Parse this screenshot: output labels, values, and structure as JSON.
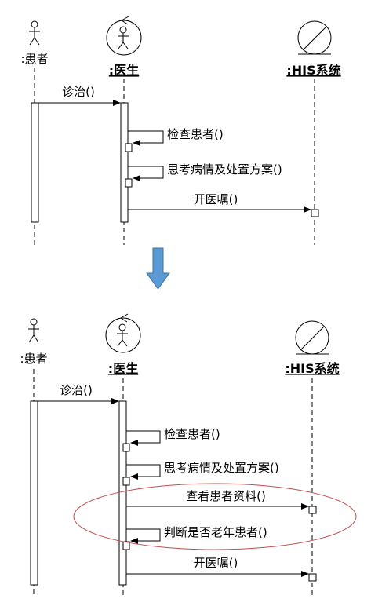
{
  "diagrams": [
    {
      "actors": {
        "patient": ":患者",
        "doctor": ":医生",
        "his": ":HIS系统"
      },
      "messages": [
        {
          "label": "诊治()"
        },
        {
          "label": "检查患者()"
        },
        {
          "label": "思考病情及处置方案()"
        },
        {
          "label": "开医嘱()"
        }
      ]
    },
    {
      "actors": {
        "patient": ":患者",
        "doctor": ":医生",
        "his": ":HIS系统"
      },
      "messages": [
        {
          "label": "诊治()"
        },
        {
          "label": "检查患者()"
        },
        {
          "label": "思考病情及处置方案()"
        },
        {
          "label": "查看患者资料()"
        },
        {
          "label": "判断是否老年患者()"
        },
        {
          "label": "开医嘱()"
        }
      ]
    }
  ],
  "colors": {
    "transition_arrow": "#5B9BD5",
    "highlight_ellipse": "#C0504D"
  }
}
